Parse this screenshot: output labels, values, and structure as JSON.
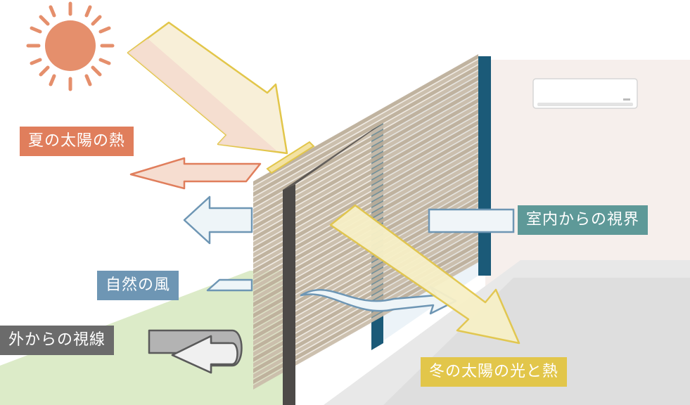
{
  "labels": {
    "summer_sun_heat": "夏の太陽の熱",
    "indoor_view": "室内からの視界",
    "natural_wind": "自然の風",
    "outside_view": "外からの視線",
    "winter_sun_light_heat": "冬の太陽の光と熱"
  },
  "colors": {
    "summer_sun_heat": "#e07e5c",
    "indoor_view": "#5e9998",
    "natural_wind": "#6e96b4",
    "outside_view": "#6b6b6b",
    "winter_sun_light_heat": "#e2c64a",
    "sun": "#e58f6c",
    "window_frame": "#1b5a78",
    "blind_slat": "#c6b9a6",
    "room_wall": "#f6efec",
    "floor": "#e9e9e9",
    "grass": "#dcebc8"
  },
  "icons": [
    "sun-icon",
    "air-conditioner-icon"
  ]
}
